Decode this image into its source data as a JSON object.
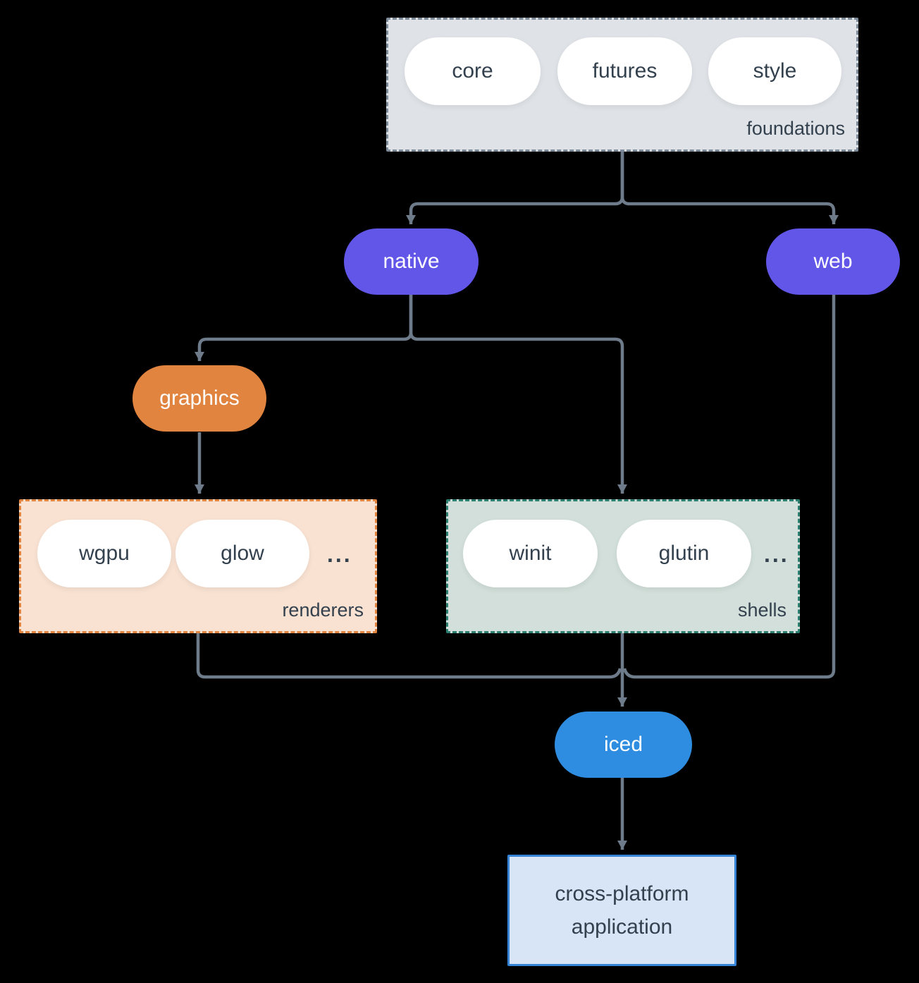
{
  "colors": {
    "background": "#000000",
    "connector": "#6e7b8a",
    "text_dark": "#33404e",
    "purple": "#6156e8",
    "orange": "#e08440",
    "blue": "#2e8de0",
    "foundations_fill": "#dfe3e7",
    "renderers_fill": "#f9e2d2",
    "renderers_border": "#e08440",
    "shells_fill": "#d2dfda",
    "shells_border": "#2c7f6e",
    "app_fill": "#d7e5f6",
    "app_border": "#3584d8"
  },
  "nodes": {
    "foundations": {
      "label": "foundations",
      "pills": [
        "core",
        "futures",
        "style"
      ]
    },
    "native": {
      "label": "native"
    },
    "web": {
      "label": "web"
    },
    "graphics": {
      "label": "graphics"
    },
    "renderers": {
      "label": "renderers",
      "pills": [
        "wgpu",
        "glow"
      ],
      "ellipsis": "..."
    },
    "shells": {
      "label": "shells",
      "pills": [
        "winit",
        "glutin"
      ],
      "ellipsis": "..."
    },
    "iced": {
      "label": "iced"
    },
    "application": {
      "line1": "cross-platform",
      "line2": "application"
    }
  }
}
